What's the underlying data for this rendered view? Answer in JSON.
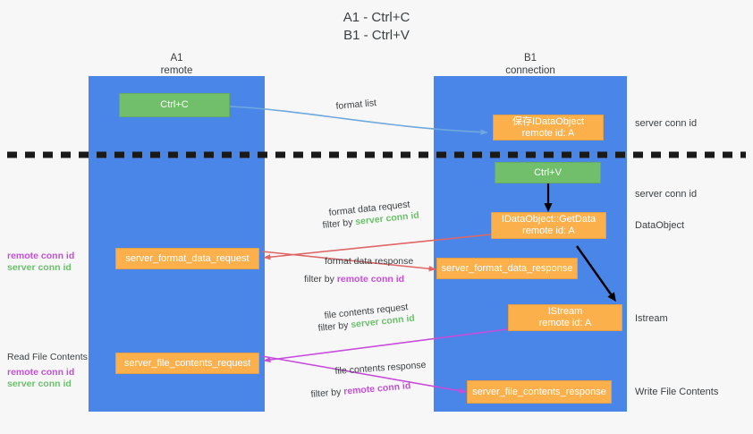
{
  "title": {
    "line1": "A1 - Ctrl+C",
    "line2": "B1 - Ctrl+V"
  },
  "lanes": [
    {
      "title": "A1",
      "subtitle": "remote"
    },
    {
      "title": "B1",
      "subtitle": "connection"
    }
  ],
  "nodes": {
    "ctrl_c": {
      "line1": "Ctrl+C",
      "line2": ""
    },
    "idataobject": {
      "line1": "保存IDataObject",
      "line2": "remote id: A"
    },
    "ctrl_v": {
      "line1": "Ctrl+V",
      "line2": ""
    },
    "getdata": {
      "line1": "IDataObject::GetData",
      "line2": "remote id: A"
    },
    "server_format_data_request": {
      "line1": "server_format_data_request",
      "line2": ""
    },
    "server_format_data_response": {
      "line1": "server_format_data_response",
      "line2": ""
    },
    "istream": {
      "line1": "IStream",
      "line2": "remote id: A"
    },
    "server_file_contents_request": {
      "line1": "server_file_contents_request",
      "line2": ""
    },
    "server_file_contents_response": {
      "line1": "server_file_contents_response",
      "line2": ""
    }
  },
  "edge_labels": {
    "format_list": "format list",
    "format_data_request": "format data request",
    "format_data_request_filter_prefix": "filter by ",
    "format_data_request_filter_value": "server conn id",
    "format_data_response": "format data response",
    "format_data_response_filter_prefix": "filter by ",
    "format_data_response_filter_value": "remote conn id",
    "file_contents_request": "file contents request",
    "file_contents_request_filter_prefix": "filter by ",
    "file_contents_request_filter_value": "server conn id",
    "file_contents_response": "file contents response",
    "file_contents_response_filter_prefix": "filter by ",
    "file_contents_response_filter_value": "remote conn id"
  },
  "right_labels": {
    "server_conn_id_top": "server conn id",
    "server_conn_id_mid": "server conn id",
    "dataobject": "DataObject",
    "istream": "Istream",
    "write_file_contents": "Write File Contents"
  },
  "left_labels": {
    "remote_conn_id_1": "remote conn id",
    "server_conn_id_1": "server conn id",
    "read_file_contents": "Read File Contents",
    "remote_conn_id_2": "remote conn id",
    "server_conn_id_2": "server conn id"
  },
  "colors": {
    "lane": "#4a86e8",
    "green_node": "#71bf6a",
    "orange_node": "#fbb04c",
    "server_conn_id": "#6cc06c",
    "remote_conn_id": "#c74ddb",
    "arrow_blue": "#6fa8dc",
    "arrow_red": "#e06666",
    "arrow_magenta": "#c74ddb",
    "arrow_black": "#000000",
    "background": "#f7f7f7"
  }
}
